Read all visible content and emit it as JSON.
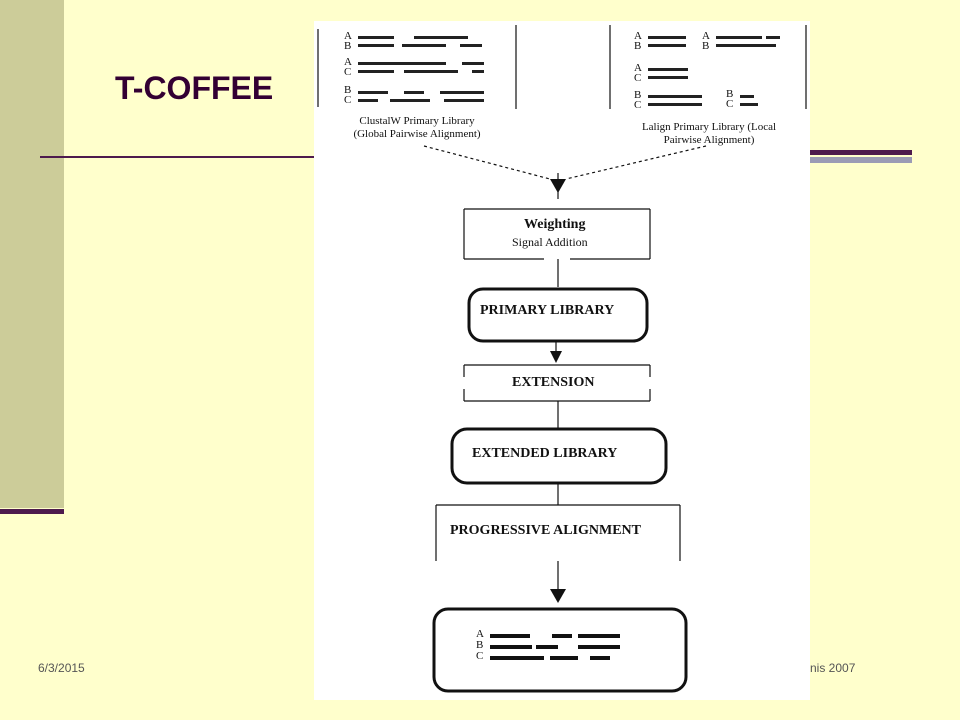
{
  "slide": {
    "title": "T-COFFEE",
    "footer_date": "6/3/2015",
    "footer_right": "nis 2007"
  },
  "figure": {
    "clustal_caption_1": "ClustalW Primary Library",
    "clustal_caption_2": "(Global Pairwise Alignment)",
    "lalign_caption_1": "Lalign Primary Library (Local",
    "lalign_caption_2": "Pairwise Alignment)",
    "weighting": "Weighting",
    "signal_addition": "Signal Addition",
    "primary_library": "PRIMARY LIBRARY",
    "extension": "EXTENSION",
    "extended_library": "EXTENDED LIBRARY",
    "progressive_alignment": "PROGRESSIVE ALIGNMENT",
    "seq_labels": {
      "a": "A",
      "b": "B",
      "c": "C"
    }
  },
  "colors": {
    "background": "#ffffcc",
    "sidebar": "#cccc99",
    "accent": "#4d1a4d",
    "title": "#330033"
  }
}
